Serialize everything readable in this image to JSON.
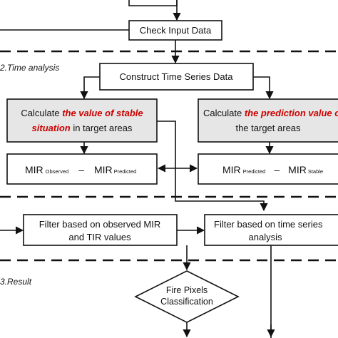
{
  "sections": {
    "time_analysis": "2.Time analysis",
    "result": "3.Result"
  },
  "nodes": {
    "check_input": "Check Input Data",
    "construct_ts": "Construct Time Series Data",
    "calc_stable": {
      "prefix": "Calculate ",
      "emph1": "the value of stable",
      "emph2": "situation",
      "suffix": " in target areas"
    },
    "calc_pred": {
      "prefix": "Calculate ",
      "emph": "the prediction value o",
      "line2": "the target areas"
    },
    "diff_obs_pred": {
      "a": "MIR",
      "a_sub": "Observed",
      "op": "–",
      "b": "MIR",
      "b_sub": "Predicted"
    },
    "diff_pred_stable": {
      "a": "MIR",
      "a_sub": "Predicted",
      "op": "–",
      "b": "MIR",
      "b_sub": "Stable"
    },
    "filter_mir_tir": {
      "line1": "Filter based on observed MIR",
      "line2": "and TIR values"
    },
    "filter_ts": {
      "line1": "Filter based on time series",
      "line2": "analysis"
    },
    "fire_class": {
      "line1": "Fire Pixels",
      "line2": "Classification"
    }
  },
  "colors": {
    "line": "#111111",
    "shaded_box": "#e6e6e6",
    "emphasis": "#cc0000"
  }
}
